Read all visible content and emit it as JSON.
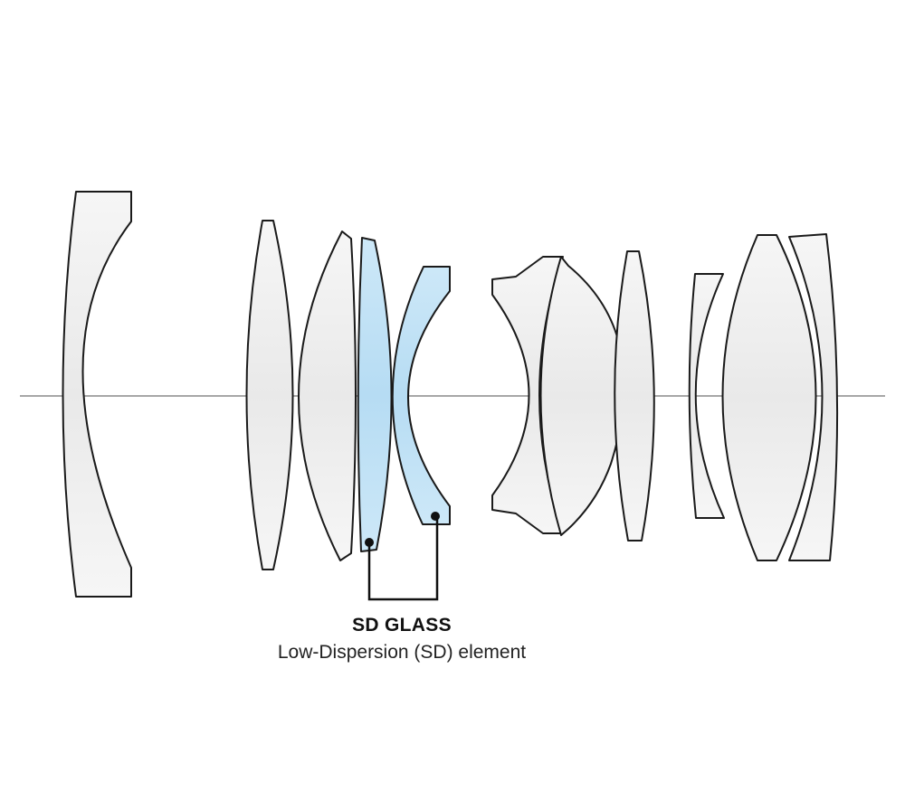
{
  "label": {
    "title": "SD GLASS",
    "subtitle": "Low-Dispersion (SD) element"
  },
  "colors": {
    "standard_element": "#eeeeee",
    "sd_element": "#bfe0f5",
    "outline": "#1a1a1a",
    "optical_axis": "#8a8a8a"
  },
  "elements": [
    {
      "name": "element-1",
      "type": "standard"
    },
    {
      "name": "element-2",
      "type": "standard"
    },
    {
      "name": "element-3",
      "type": "standard"
    },
    {
      "name": "element-4",
      "type": "sd"
    },
    {
      "name": "element-5",
      "type": "sd"
    },
    {
      "name": "element-6",
      "type": "standard"
    },
    {
      "name": "element-7",
      "type": "standard"
    },
    {
      "name": "element-8",
      "type": "standard"
    },
    {
      "name": "element-9",
      "type": "standard"
    },
    {
      "name": "element-10",
      "type": "standard"
    },
    {
      "name": "element-11",
      "type": "standard"
    }
  ]
}
